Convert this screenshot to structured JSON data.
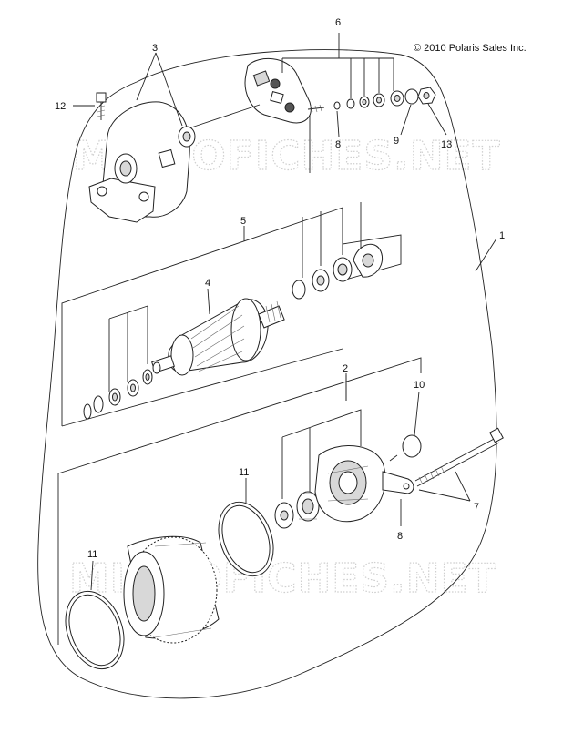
{
  "copyright": "© 2010 Polaris Sales Inc.",
  "watermark": "MICROFICHES.NET",
  "callouts": {
    "c1": "1",
    "c2": "2",
    "c3": "3",
    "c4": "4",
    "c5": "5",
    "c6": "6",
    "c7": "7",
    "c8a": "8",
    "c8b": "8",
    "c9": "9",
    "c10": "10",
    "c11a": "11",
    "c11b": "11",
    "c12": "12",
    "c13": "13"
  }
}
